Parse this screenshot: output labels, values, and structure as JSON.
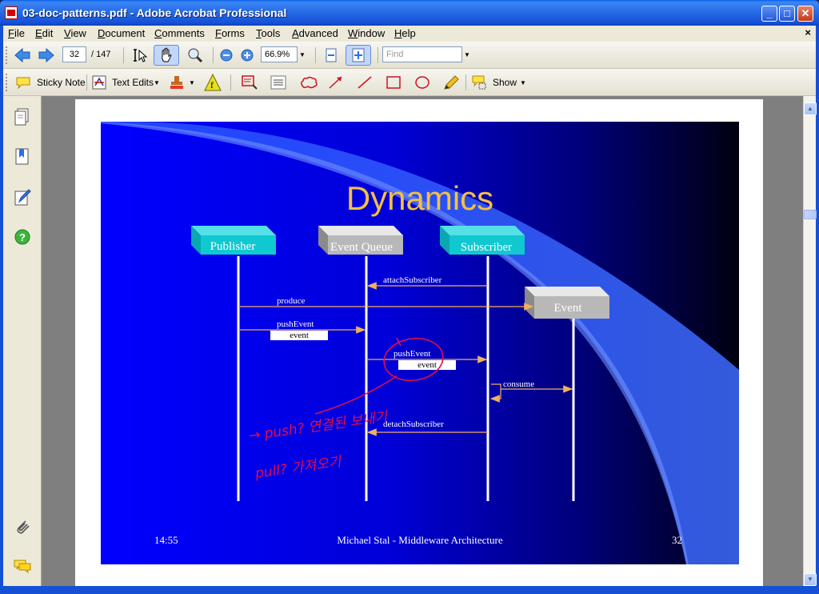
{
  "window": {
    "title": "03-doc-patterns.pdf - Adobe Acrobat Professional",
    "min_label": "_",
    "max_label": "□",
    "close_label": "✕"
  },
  "menu": {
    "items": [
      "File",
      "Edit",
      "View",
      "Document",
      "Comments",
      "Forms",
      "Tools",
      "Advanced",
      "Window",
      "Help"
    ],
    "close_doc": "×"
  },
  "toolbar": {
    "page_current": "32",
    "page_total": "/ 147",
    "zoom": "66.9%",
    "find_placeholder": "Find"
  },
  "comment_toolbar": {
    "sticky_note": "Sticky Note",
    "text_edits": "Text Edits",
    "show": "Show"
  },
  "slide": {
    "title": "Dynamics",
    "participants": [
      "Publisher",
      "Event Queue",
      "Subscriber",
      "Event"
    ],
    "messages": {
      "attach": "attachSubscriber",
      "produce": "produce",
      "push1": "pushEvent",
      "event1": "event",
      "push2": "pushEvent",
      "event2": "event",
      "consume": "consume",
      "detach": "detachSubscriber"
    },
    "footer_time": "14:55",
    "footer_author": "Michael Stal - Middleware Architecture",
    "footer_page": "32"
  },
  "annotations": {
    "line1": "→ push? 연결된 보내기",
    "line2": "pull? 가져오기"
  },
  "colors": {
    "title_gold": "#f4c040",
    "box_cyan": "#10c8d0",
    "box_gray": "#b8b8b8",
    "arrow": "#f0b060",
    "ink": "#e0104a"
  }
}
